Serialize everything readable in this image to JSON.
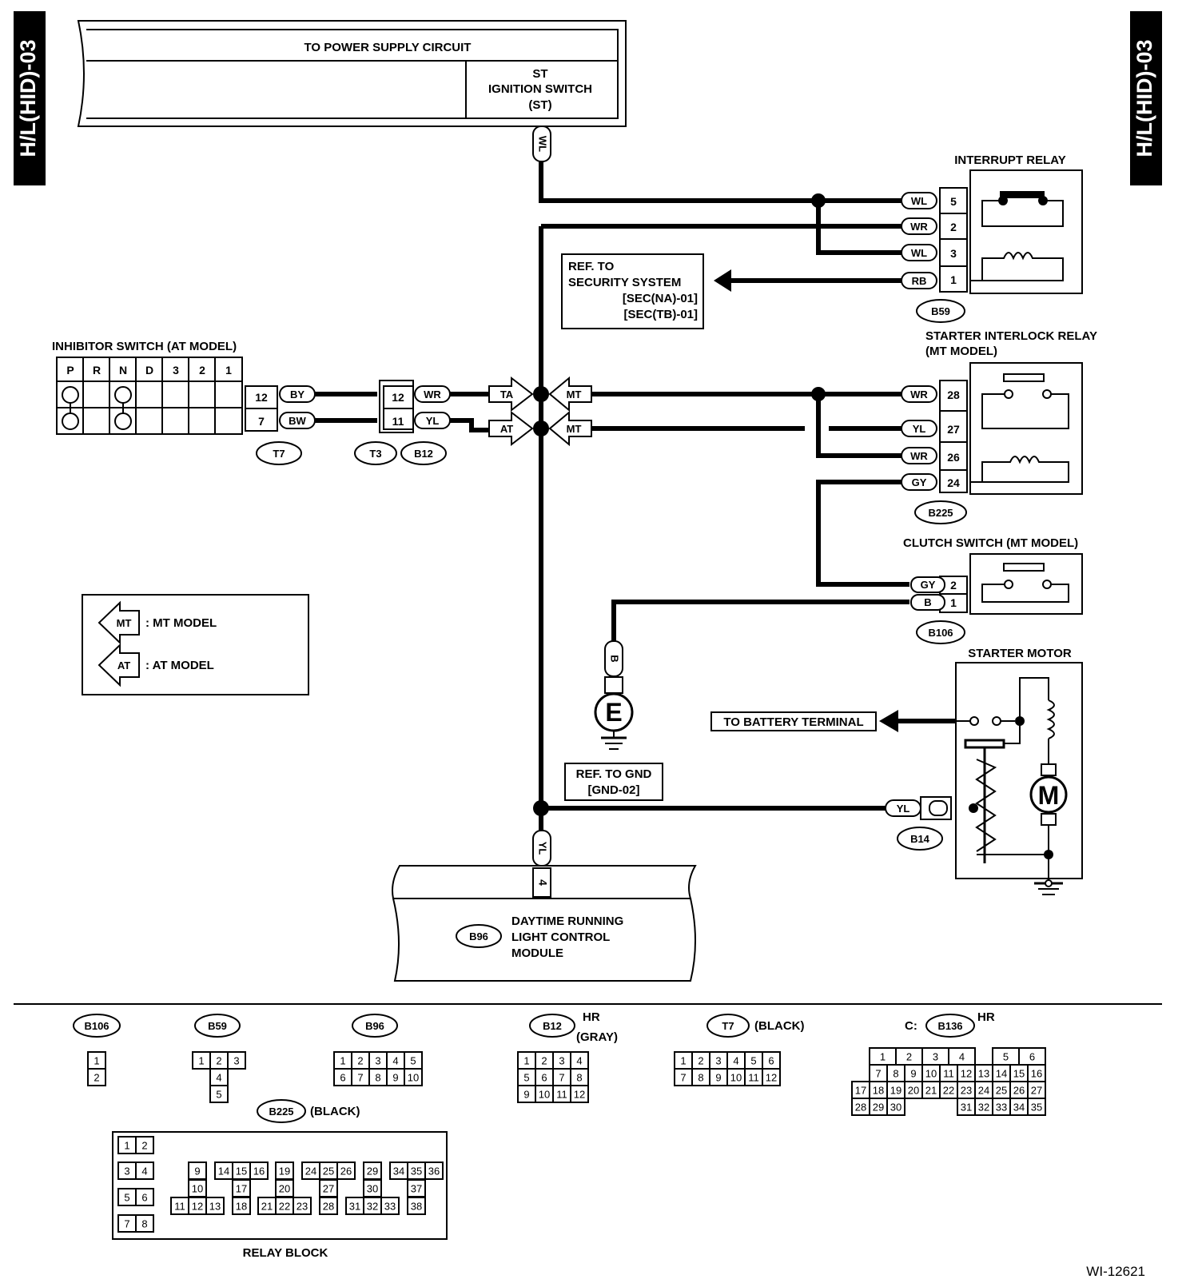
{
  "tabs": {
    "left": "H/L(HID)-03",
    "right": "H/L(HID)-03"
  },
  "power": {
    "title": "TO POWER SUPPLY CIRCUIT",
    "st1": "ST",
    "st2": "IGNITION SWITCH",
    "st3": "(ST)"
  },
  "interrupt": {
    "title": "INTERRUPT RELAY",
    "conn": "B59",
    "pins": [
      "5",
      "2",
      "3",
      "1"
    ],
    "wires": [
      "WL",
      "WR",
      "WL",
      "RB"
    ]
  },
  "security": {
    "l1": "REF. TO",
    "l2": "SECURITY SYSTEM",
    "l3": "[SEC(NA)-01]",
    "l4": "[SEC(TB)-01]"
  },
  "starter_relay": {
    "title1": "STARTER INTERLOCK RELAY",
    "title2": "(MT MODEL)",
    "conn": "B225",
    "pins": [
      "28",
      "27",
      "26",
      "24"
    ],
    "wires": [
      "WR",
      "YL",
      "WR",
      "GY"
    ]
  },
  "clutch": {
    "title": "CLUTCH SWITCH (MT MODEL)",
    "conn": "B106",
    "pins": [
      "2",
      "1"
    ],
    "wires": [
      "GY",
      "B"
    ]
  },
  "starter_motor": {
    "title": "STARTER MOTOR",
    "battery": "TO BATTERY TERMINAL",
    "motor": "M",
    "conn": "B14",
    "wire": "YL"
  },
  "inhibitor": {
    "title": "INHIBITOR SWITCH (AT MODEL)",
    "positions": [
      "P",
      "R",
      "N",
      "D",
      "3",
      "2",
      "1"
    ],
    "conn": "T7",
    "pins": [
      "12",
      "7"
    ],
    "wires": [
      "BY",
      "BW"
    ]
  },
  "t3": {
    "conn1": "T3",
    "conn2": "B12",
    "pins": [
      "12",
      "11"
    ],
    "wires": [
      "WR",
      "YL"
    ]
  },
  "junction": {
    "ta": "TA",
    "at": "AT",
    "mt": "MT"
  },
  "legend": {
    "mt_tag": "MT",
    "mt_text": ": MT MODEL",
    "at_tag": "AT",
    "at_text": ": AT MODEL"
  },
  "ground": {
    "wire": "B",
    "symbol": "E",
    "ref1": "REF. TO GND",
    "ref2": "[GND-02]",
    "wire_wl": "WL"
  },
  "drl": {
    "wire": "YL",
    "pin": "4",
    "conn": "B96",
    "l1": "DAYTIME RUNNING",
    "l2": "LIGHT CONTROL",
    "l3": "MODULE"
  },
  "connectors": {
    "b106": {
      "name": "B106",
      "rows": [
        [
          "1"
        ],
        [
          "2"
        ]
      ]
    },
    "b59": {
      "name": "B59",
      "rows": [
        [
          "1",
          "2",
          "3"
        ],
        [
          "4"
        ],
        [
          "5"
        ]
      ]
    },
    "b96": {
      "name": "B96",
      "rows": [
        [
          "1",
          "2",
          "3",
          "4",
          "5"
        ],
        [
          "6",
          "7",
          "8",
          "9",
          "10"
        ]
      ]
    },
    "b12": {
      "name": "B12",
      "note1": "HR",
      "note2": "(GRAY)",
      "rows": [
        [
          "1",
          "2",
          "3",
          "4"
        ],
        [
          "5",
          "6",
          "7",
          "8"
        ],
        [
          "9",
          "10",
          "11",
          "12"
        ]
      ]
    },
    "t7": {
      "name": "T7",
      "note": "(BLACK)",
      "rows": [
        [
          "1",
          "2",
          "3",
          "4",
          "5",
          "6"
        ],
        [
          "7",
          "8",
          "9",
          "10",
          "11",
          "12"
        ]
      ]
    },
    "b136": {
      "prefix": "C:",
      "name": "B136",
      "note": "HR",
      "row1": [
        "1",
        "2",
        "3",
        "4",
        "5",
        "6"
      ],
      "row2": [
        "7",
        "8",
        "9",
        "10",
        "11",
        "12",
        "13",
        "14",
        "15",
        "16"
      ],
      "row3": [
        "17",
        "18",
        "19",
        "20",
        "21",
        "22",
        "23",
        "24",
        "25",
        "26",
        "27"
      ],
      "row4": [
        "28",
        "29",
        "30",
        "31",
        "32",
        "33",
        "34",
        "35"
      ]
    },
    "b225": {
      "name": "B225",
      "note": "(BLACK)",
      "caption": "RELAY BLOCK",
      "cells": [
        "1",
        "2",
        "3",
        "4",
        "5",
        "6",
        "7",
        "8",
        "9",
        "10",
        "11",
        "12",
        "13",
        "14",
        "15",
        "16",
        "17",
        "18",
        "19",
        "20",
        "21",
        "22",
        "23",
        "24",
        "25",
        "26",
        "27",
        "28",
        "29",
        "30",
        "31",
        "32",
        "33",
        "34",
        "35",
        "36",
        "37",
        "38"
      ]
    }
  },
  "footer": {
    "code": "WI-12621"
  }
}
